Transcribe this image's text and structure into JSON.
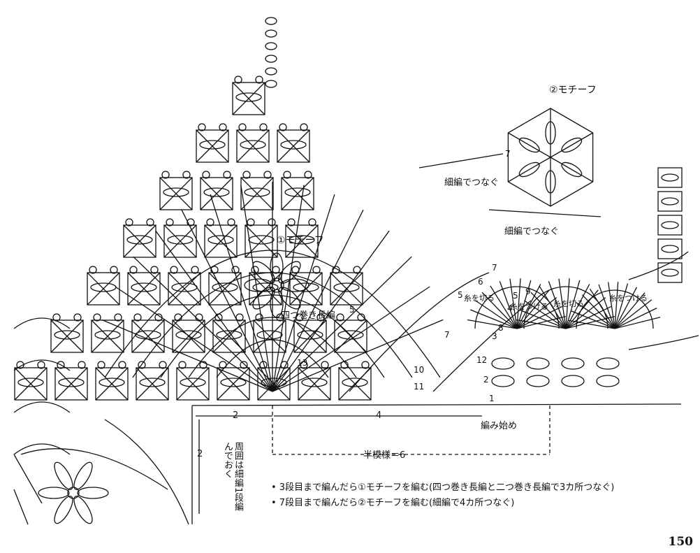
{
  "labels": {
    "motif1": "①モチーフ",
    "motif2": "②モチーフ",
    "yotsumaki": "四つ巻き長編",
    "saihen_tsunagu_1": "細編でつなぐ",
    "saihen_tsunagu_2": "細編でつなぐ",
    "ami_hajime": "編み始め",
    "hankei": "半模様＝6",
    "side_note": "周囲は細編1段編んでおく",
    "ito_kiru_1": "糸を切る",
    "ito_tsukeru_1": "糸をつける",
    "ito_kiru_2": "糸を切る",
    "ito_tsukeru_2": "糸をつける",
    "page": "150"
  },
  "notes": [
    "• 3段目まで編んだら①モチーフを編む(四つ巻き長編と二つ巻き長編で3カ所つなぐ)",
    "• 7段目まで編んだら②モチーフを編む(細編で4カ所つなぐ)"
  ],
  "measures": {
    "left": "2",
    "middle": "4",
    "vertical": "2"
  },
  "round_numbers": [
    "1",
    "2",
    "3",
    "4",
    "5",
    "5",
    "6",
    "7",
    "7",
    "8",
    "9",
    "10",
    "11",
    "12",
    "13",
    "5",
    "7"
  ],
  "colors": {
    "ink": "#111111",
    "paper": "#ffffff"
  }
}
